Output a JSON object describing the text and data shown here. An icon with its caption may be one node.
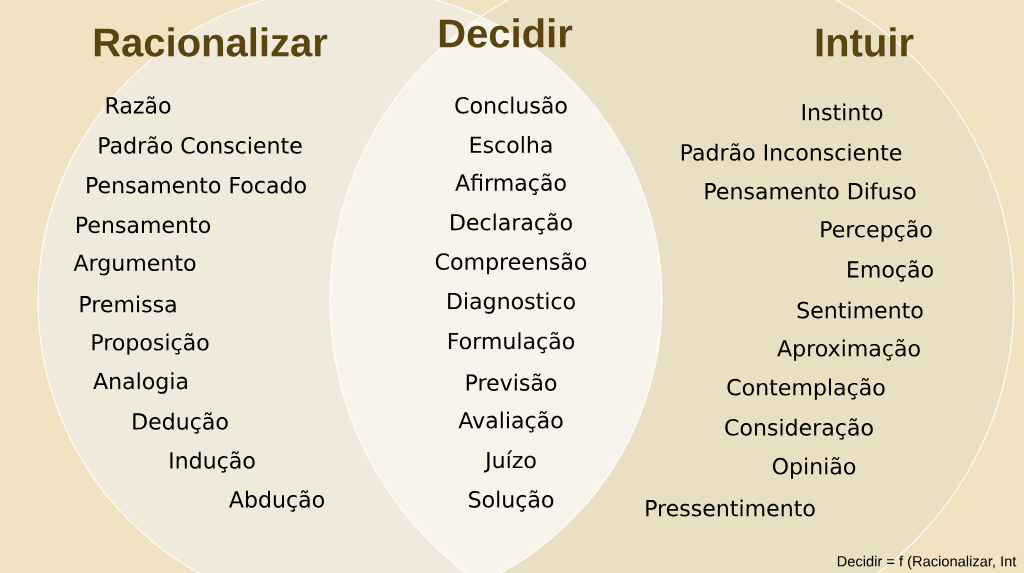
{
  "diagram": {
    "nodes": [
      {
        "text": [
          "Racionalizar",
          "Razão",
          "Padrão Consciente",
          "Pensamento Focado",
          "Pensamento",
          "Argumento",
          "Premissa",
          "Proposição",
          "Analogia",
          "Dedução",
          "Indução",
          "Abdução"
        ]
      },
      {
        "text": [
          "Decidir",
          "Conclusão",
          "Escolha",
          "Afirmação",
          "Declaração",
          "Compreensão",
          "Diagnostico",
          "Formulação",
          "Previsão",
          "Avaliação",
          "Juízo",
          "Solução"
        ]
      },
      {
        "text": [
          "Intuir",
          "Instinto",
          "Padrão Inconsciente",
          "Pensamento Difuso",
          "Percepção",
          "Emoção",
          "Sentimento",
          "Aproximação",
          "Contemplação",
          "Consideração",
          "Opinião",
          "Pressentimento"
        ]
      }
    ],
    "labels": [
      "Decidir = f (Racionalizar, Int"
    ]
  }
}
